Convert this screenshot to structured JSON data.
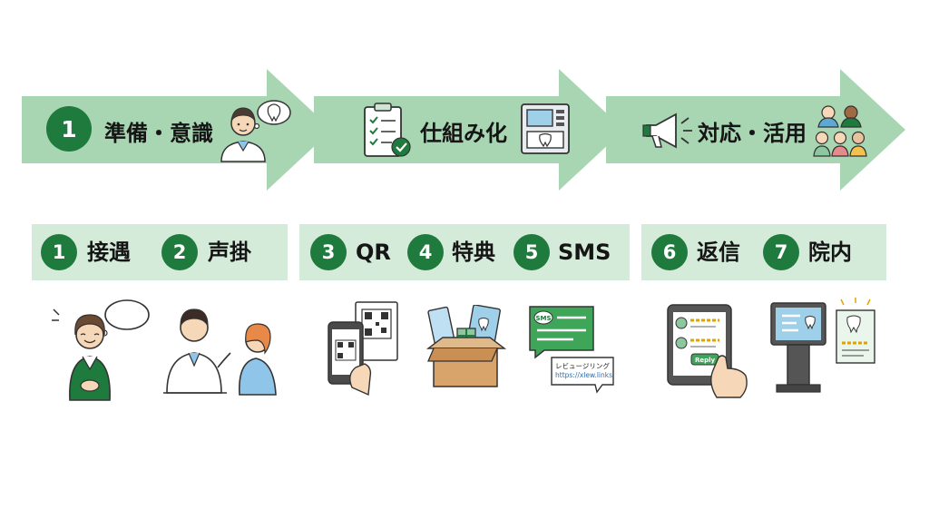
{
  "stages": [
    {
      "number": "1",
      "label": "準備・意識",
      "icon": "dentist-thinking-icon"
    },
    {
      "label": "仕組み化",
      "icon": "checklist-and-dental-kiosk-icon"
    },
    {
      "label": "対応・活用",
      "icon": "megaphone-and-people-icon"
    }
  ],
  "steps": [
    {
      "number": "1",
      "label": "接遇",
      "icon": "receptionist-icon"
    },
    {
      "number": "2",
      "label": "声掛",
      "icon": "dentist-talking-to-patient-icon"
    },
    {
      "number": "3",
      "label": "QR",
      "icon": "phone-qr-scan-icon"
    },
    {
      "number": "4",
      "label": "特典",
      "icon": "gift-box-dental-goods-icon"
    },
    {
      "number": "5",
      "label": "SMS",
      "icon": "sms-message-icon"
    },
    {
      "number": "6",
      "label": "返信",
      "icon": "tablet-review-reply-icon"
    },
    {
      "number": "7",
      "label": "院内",
      "icon": "kiosk-and-poster-icon"
    }
  ],
  "illustration_text": {
    "sms_badge": "SMS",
    "sms_bubble_line1": "レビュージリング",
    "sms_bubble_line2": "https://xlew.links",
    "reply_button": "Reply"
  },
  "colors": {
    "accent_green": "#1f7a3e",
    "arrow_green": "#a9d6b2",
    "step_box_green": "#d5ebd9"
  }
}
